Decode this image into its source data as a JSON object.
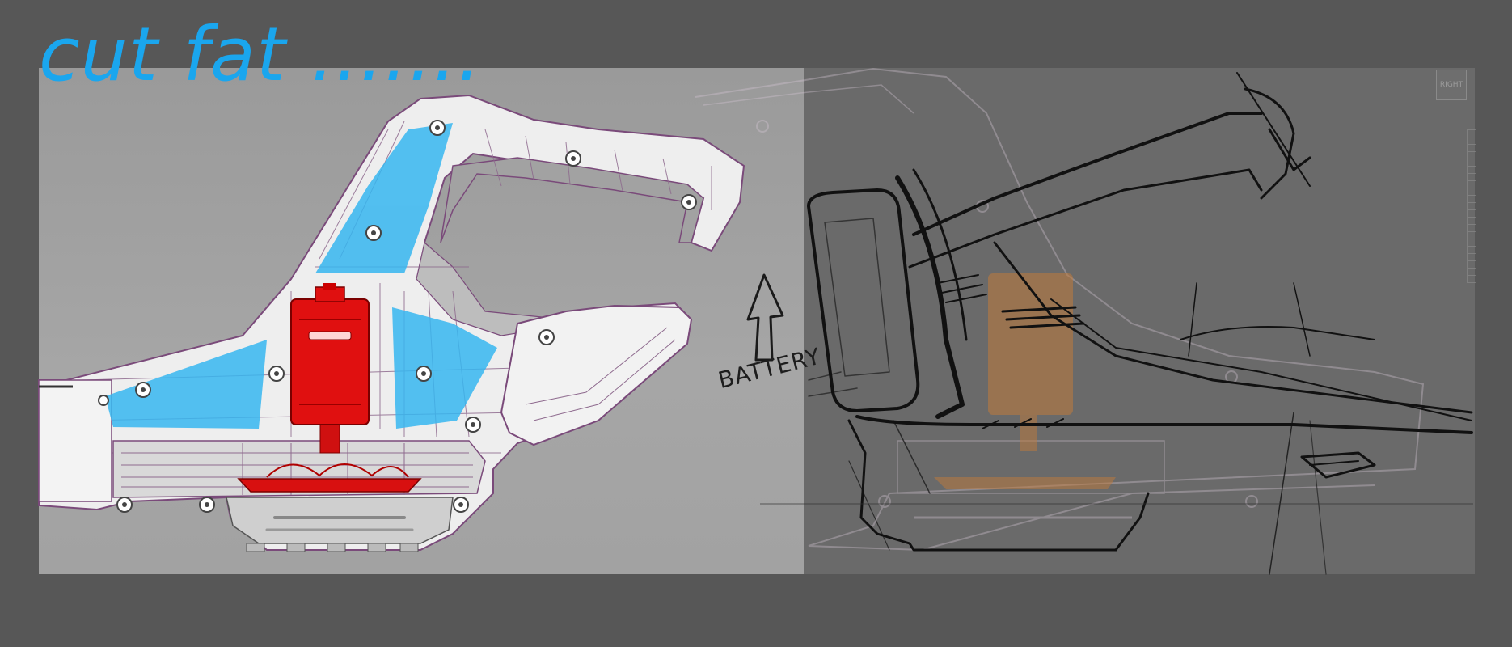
{
  "title": "cut fat .......",
  "annotation": "BATTERY",
  "view_label": "RIGHT",
  "colors": {
    "background": "#575757",
    "title": "#1aa6ee",
    "motor": "#e01010",
    "cut_regions": "#36b6f0",
    "sketch_overlay_motor": "#c07a3a"
  },
  "icons": [
    "arrow-up-icon"
  ]
}
